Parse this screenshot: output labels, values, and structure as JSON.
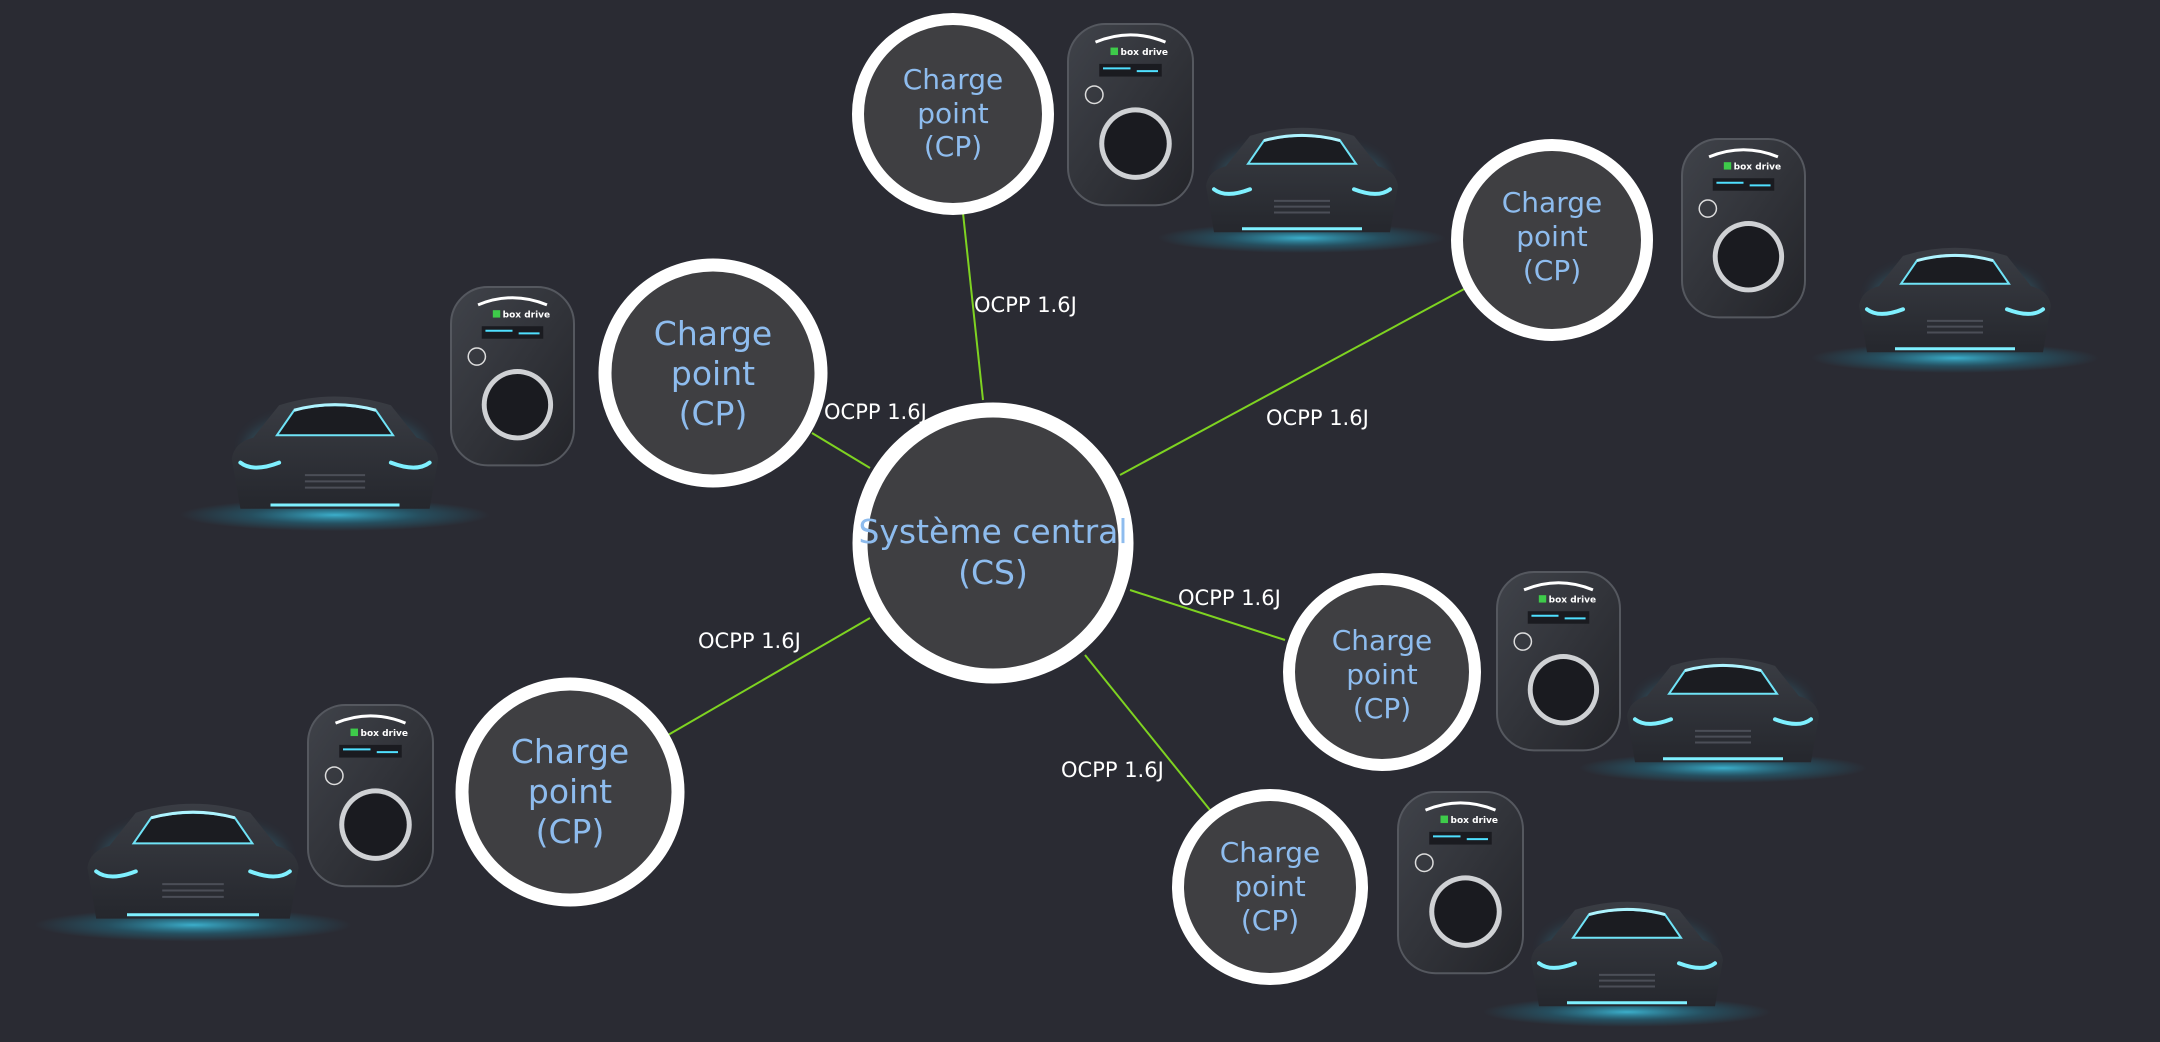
{
  "diagram": {
    "center": {
      "label_line1": "Système central",
      "label_line2": "(CS)"
    },
    "charge_points": [
      {
        "label_line1": "Charge",
        "label_line2": "point",
        "label_line3": "(CP)",
        "edge_label": "OCPP 1.6J"
      },
      {
        "label_line1": "Charge",
        "label_line2": "point",
        "label_line3": "(CP)",
        "edge_label": "OCPP 1.6J"
      },
      {
        "label_line1": "Charge",
        "label_line2": "point",
        "label_line3": "(CP)",
        "edge_label": "OCPP 1.6J"
      },
      {
        "label_line1": "Charge",
        "label_line2": "point",
        "label_line3": "(CP)",
        "edge_label": "OCPP 1.6J"
      },
      {
        "label_line1": "Charge",
        "label_line2": "point",
        "label_line3": "(CP)",
        "edge_label": "OCPP 1.6J"
      },
      {
        "label_line1": "Charge",
        "label_line2": "point",
        "label_line3": "(CP)",
        "edge_label": "OCPP 1.6J"
      }
    ],
    "charger_brand": "box drive",
    "colors": {
      "background": "#2a2b33",
      "node_fill": "#3f3f42",
      "node_border": "#ffffff",
      "node_text": "#8ebcee",
      "edge": "#7ed321",
      "car_glow": "#3fc6e6"
    },
    "icons": [
      "ev-charger-icon",
      "electric-car-icon"
    ]
  }
}
